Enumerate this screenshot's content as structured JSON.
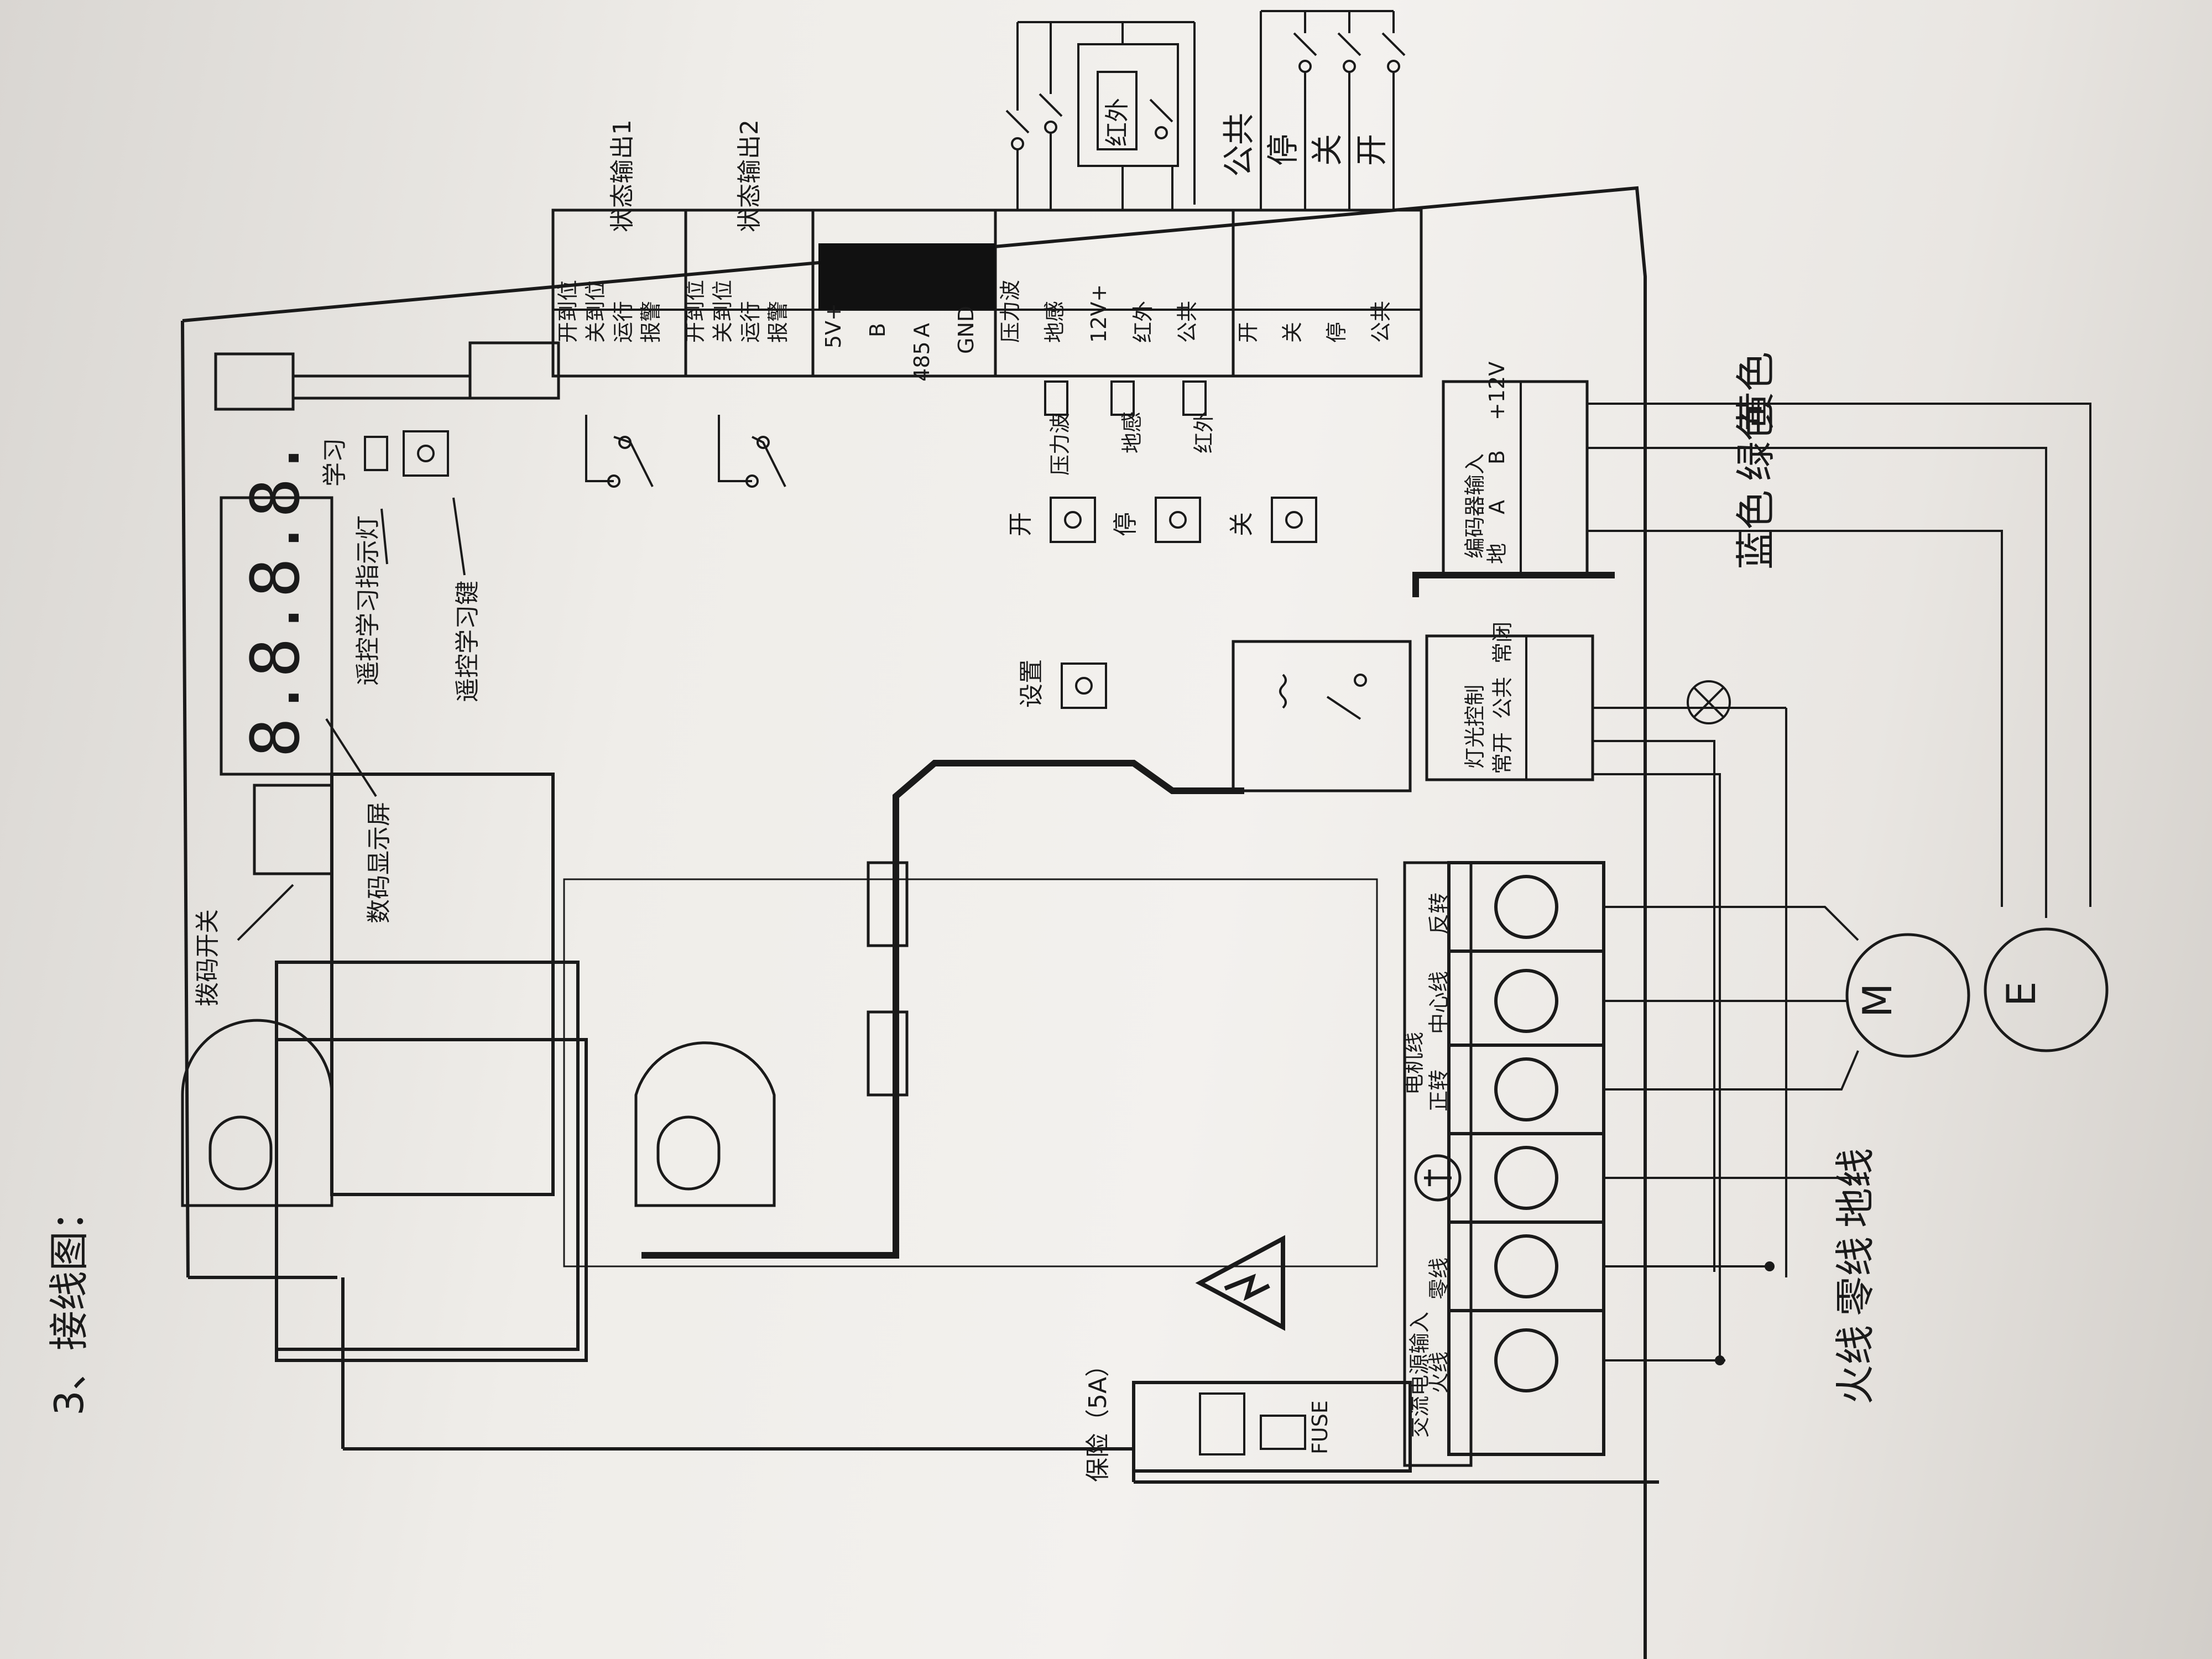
{
  "heading": "3、接线图：",
  "labels": {
    "dip_switch": "拨码开关",
    "digital_display": "数码显示屏",
    "remote_learn_indicator": "遥控学习指示灯",
    "remote_learn_key": "遥控学习键",
    "learn": "学习",
    "fuse_label": "保险（5A）",
    "fuse_text": "FUSE",
    "set_button": "设置",
    "status_out_1": "状态输出1",
    "status_out_2": "状态输出2",
    "rs485": "485",
    "pressure_wave": "压力波",
    "ground_sense": "地感",
    "infrared": "红外",
    "btn_open": "开",
    "btn_stop": "停",
    "btn_close": "关",
    "encoder_input": "编码器输入",
    "light_control": "灯光控制",
    "motor_wire": "电机线",
    "ac_power_input": "交流电源输入",
    "yellow": "黄色",
    "green": "绿色",
    "blue": "蓝色",
    "live_wire": "火线",
    "neutral_wire": "零线",
    "ground_wire": "地线",
    "infrared_box": "红外",
    "common": "公共",
    "stop": "停",
    "close": "关",
    "open": "开",
    "motor_symbol": "M",
    "encoder_symbol": "E",
    "display_digits": "8.8.8.8."
  },
  "terminals": {
    "status1": [
      "开到位",
      "关到位",
      "运行",
      "报警"
    ],
    "status2": [
      "开到位",
      "关到位",
      "运行",
      "报警"
    ],
    "rs485": [
      "5V+",
      "B",
      "A",
      "GND"
    ],
    "safety": [
      "压力波",
      "地感",
      "12V+",
      "红外",
      "公共"
    ],
    "control": [
      "开",
      "关",
      "停",
      "公共"
    ],
    "encoder": [
      "地",
      "A",
      "B",
      "+12V"
    ],
    "light": [
      "常开",
      "公共",
      "常闭"
    ],
    "ac_input": [
      "火线",
      "零线"
    ],
    "motor": [
      "正转",
      "中心线",
      "反转"
    ]
  },
  "colors": {
    "line": "#1a1a1a",
    "paper": "#f3f1ee",
    "black_block": "#111111"
  },
  "icons": [
    "high-voltage-warning-icon",
    "ground-symbol-icon",
    "lamp-icon",
    "motor-icon",
    "encoder-icon",
    "transformer-icon",
    "relay-icon"
  ]
}
